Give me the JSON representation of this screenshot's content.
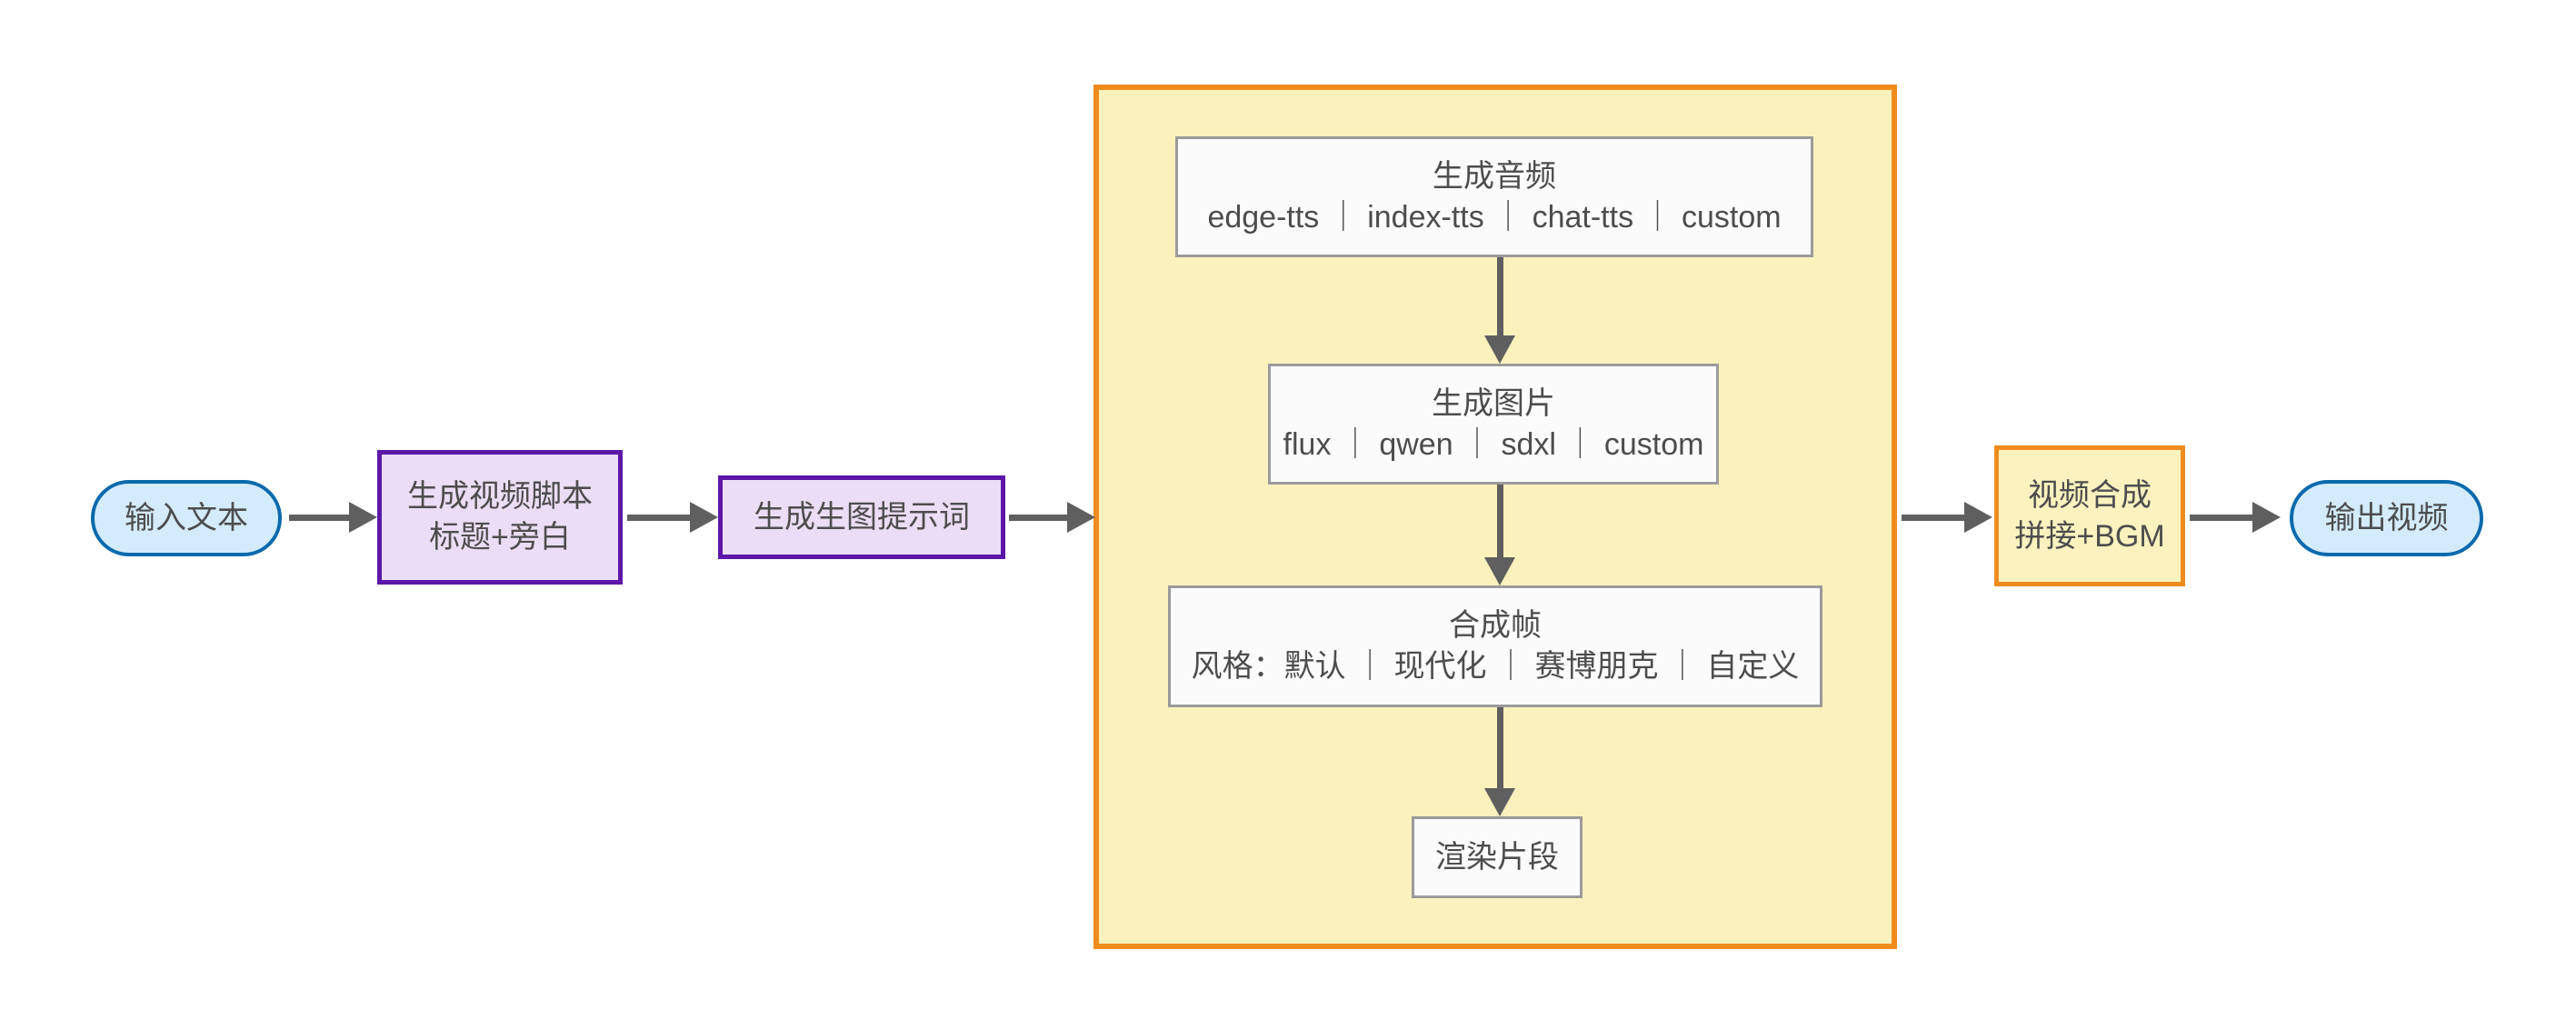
{
  "diagram": {
    "type": "flowchart",
    "direction": "left-to-right",
    "title": "",
    "colors": {
      "terminator_fill": "#d3ebfb",
      "terminator_stroke": "#0b6aad",
      "purple_fill": "#ebddf5",
      "purple_stroke": "#5c17a8",
      "orange_fill": "#fcf2bf",
      "orange_stroke": "#f08c1e",
      "plain_fill": "#fbfbfc",
      "plain_stroke": "#9b9b9b",
      "subgraph_fill": "#fbf1bd",
      "subgraph_stroke": "#f08c1e",
      "edge_stroke": "#5f5f5f",
      "text": "#4d4d4d",
      "background": "#ffffff"
    }
  },
  "nodes": {
    "input_text": {
      "label": "输入文本",
      "shape": "stadium",
      "style": "terminator"
    },
    "generate_script": {
      "line1": "生成视频脚本",
      "line2": "标题+旁白",
      "shape": "rect",
      "style": "purple"
    },
    "generate_prompt": {
      "line1": "生成生图提示词",
      "shape": "rect",
      "style": "purple"
    },
    "generate_audio": {
      "line1": "生成音频",
      "line2": "edge-tts ｜ index-tts ｜ chat-tts ｜ custom",
      "shape": "rect",
      "style": "plain",
      "options": [
        "edge-tts",
        "index-tts",
        "chat-tts",
        "custom"
      ]
    },
    "generate_image": {
      "line1": "生成图片",
      "line2": "flux ｜ qwen ｜ sdxl ｜ custom",
      "shape": "rect",
      "style": "plain",
      "options": [
        "flux",
        "qwen",
        "sdxl",
        "custom"
      ]
    },
    "compose_frame": {
      "line1": "合成帧",
      "line2": "风格：默认 ｜ 现代化 ｜ 赛博朋克 ｜ 自定义",
      "shape": "rect",
      "style": "plain",
      "options": [
        "默认",
        "现代化",
        "赛博朋克",
        "自定义"
      ]
    },
    "render_clip": {
      "line1": "渲染片段",
      "shape": "rect",
      "style": "plain"
    },
    "video_compose": {
      "line1": "视频合成",
      "line2": "拼接+BGM",
      "shape": "rect",
      "style": "orange"
    },
    "output_video": {
      "label": "输出视频",
      "shape": "stadium",
      "style": "terminator"
    }
  },
  "subgraph": {
    "label": "",
    "members": [
      "generate_audio",
      "generate_image",
      "compose_frame",
      "render_clip"
    ]
  },
  "edges": [
    {
      "from": "input_text",
      "to": "generate_script",
      "label": "",
      "direction": "right"
    },
    {
      "from": "generate_script",
      "to": "generate_prompt",
      "label": "",
      "direction": "right"
    },
    {
      "from": "generate_prompt",
      "to": "subgraph",
      "label": "",
      "direction": "right"
    },
    {
      "from": "generate_audio",
      "to": "generate_image",
      "label": "",
      "direction": "down"
    },
    {
      "from": "generate_image",
      "to": "compose_frame",
      "label": "",
      "direction": "down"
    },
    {
      "from": "compose_frame",
      "to": "render_clip",
      "label": "",
      "direction": "down"
    },
    {
      "from": "subgraph",
      "to": "video_compose",
      "label": "",
      "direction": "right"
    },
    {
      "from": "video_compose",
      "to": "output_video",
      "label": "",
      "direction": "right"
    }
  ]
}
